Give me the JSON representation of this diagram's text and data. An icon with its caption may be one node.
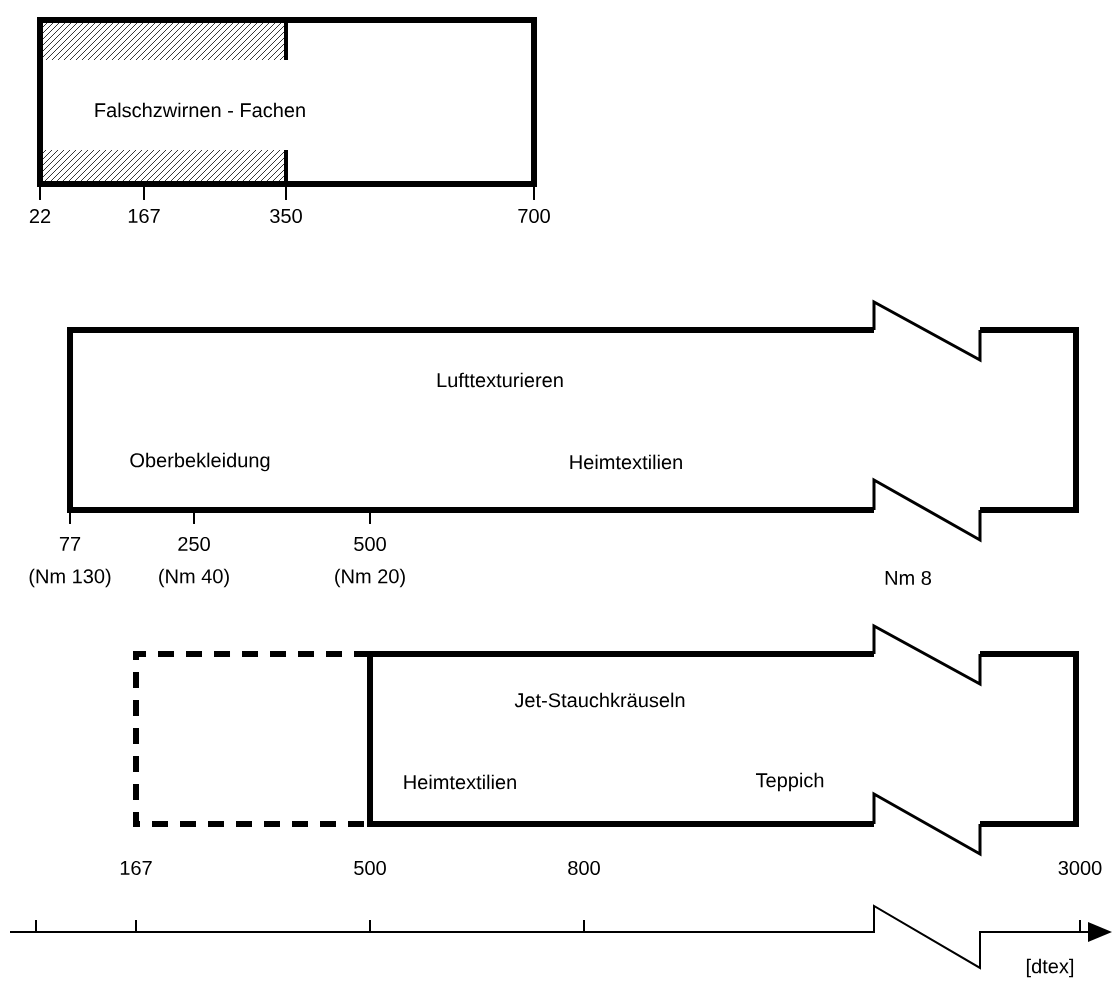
{
  "diagram": {
    "nodes": [
      {
        "text": [
          "Falschzwirnen - Fachen"
        ]
      },
      {
        "text": [
          "Lufttexturieren",
          "Oberbekleidung",
          "Heimtextilien"
        ]
      },
      {
        "text": [
          "Jet-Stauchkräuseln",
          "Heimtextilien",
          "Teppich"
        ]
      }
    ],
    "labels": [
      "22",
      "167",
      "350",
      "700",
      "77",
      "250",
      "500",
      "(Nm 130)",
      "(Nm 40)",
      "(Nm 20)",
      "Nm 8",
      "167",
      "500",
      "800",
      "3000",
      "[dtex]"
    ]
  }
}
